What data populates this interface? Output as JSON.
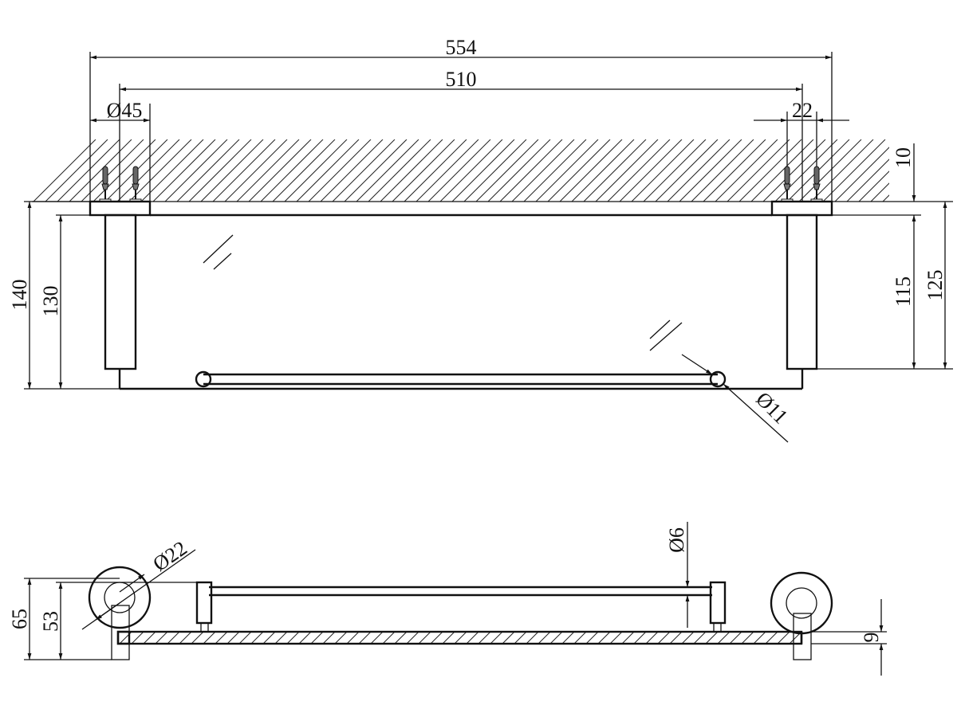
{
  "drawing": {
    "top_view": {
      "overall_width": "554",
      "mount_spacing": "510",
      "base_diameter": "Ø45",
      "post_width": "22",
      "wall_offset": "10",
      "total_depth": "140",
      "glass_depth": "130",
      "post_length": "115",
      "post_total": "125",
      "rail_end_diameter": "Ø11"
    },
    "side_view": {
      "bracket_diameter": "Ø22",
      "total_height": "65",
      "rail_height": "53",
      "rail_diameter": "Ø6",
      "glass_thickness": "9"
    },
    "colors": {
      "line": "#111111",
      "background": "#ffffff"
    }
  }
}
